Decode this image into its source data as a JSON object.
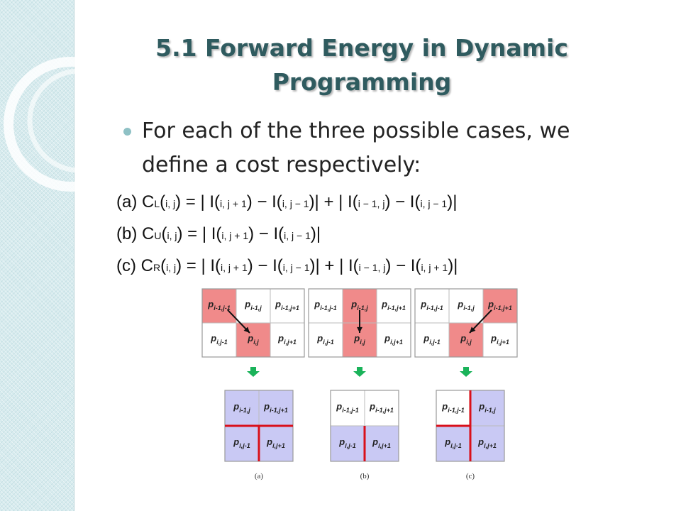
{
  "slide": {
    "title_line1": "5.1 Forward Energy in Dynamic",
    "title_line2": "Programming",
    "bullet_line1": "For each of the three possible cases, we",
    "bullet_line2": "define a cost respectively:"
  },
  "formulas": {
    "a": {
      "prefix": "(a) C",
      "case": "L",
      "p1": "(",
      "s1": "i, j",
      "p2": ") = | I(",
      "s2": "i, j + 1",
      "p3": ") − I(",
      "s3": "i, j − 1",
      "p4": ")| + | I(",
      "s4": "i − 1, j",
      "p5": ") − I(",
      "s5": "i, j − 1",
      "p6": ")|"
    },
    "b": {
      "prefix": "(b) C",
      "case": "U",
      "p1": "(",
      "s1": "i, j",
      "p2": ") = | I(",
      "s2": "i, j + 1",
      "p3": ") − I(",
      "s3": "i, j − 1",
      "p4": ")|"
    },
    "c": {
      "prefix": "(c) C",
      "case": "R",
      "p1": "(",
      "s1": "i, j",
      "p2": ") = | I(",
      "s2": "i, j + 1",
      "p3": ") − I(",
      "s3": "i, j − 1",
      "p4": ")| + | I(",
      "s4": "i − 1, j",
      "p5": ") − I(",
      "s5": "i, j + 1",
      "p6": ")|"
    }
  },
  "figure": {
    "colors": {
      "highlight": "#f08a8a",
      "cell": "#ffffff",
      "result": "#c9c9f4",
      "seam": "#d9101a",
      "arrow_down": "#1ab35a",
      "grid_line": "#bbbbbb"
    },
    "top_grids": [
      {
        "label": "(a)",
        "cells": [
          "p_{i-1,j-1}",
          "p_{i-1,j}",
          "p_{i-1,j+1}",
          "p_{i,j-1}",
          "p_{i,j}",
          "p_{i,j+1}"
        ],
        "highlight": [
          0,
          4
        ]
      },
      {
        "label": "(b)",
        "cells": [
          "p_{i-1,j-1}",
          "p_{i-1,j}",
          "p_{i-1,j+1}",
          "p_{i,j-1}",
          "p_{i,j}",
          "p_{i,j+1}"
        ],
        "highlight": [
          1,
          4
        ]
      },
      {
        "label": "(c)",
        "cells": [
          "p_{i-1,j-1}",
          "p_{i-1,j}",
          "p_{i-1,j+1}",
          "p_{i,j-1}",
          "p_{i,j}",
          "p_{i,j+1}"
        ],
        "highlight": [
          2,
          4
        ]
      }
    ],
    "bottom_grids": [
      {
        "label": "(a)",
        "cells": [
          "p_{i-1,j}",
          "p_{i-1,j+1}",
          "p_{i,j-1}",
          "p_{i,j+1}"
        ],
        "result": [
          0,
          1,
          2,
          3
        ]
      },
      {
        "label": "(b)",
        "cells": [
          "p_{i-1,j-1}",
          "p_{i-1,j+1}",
          "p_{i,j-1}",
          "p_{i,j+1}"
        ],
        "result": [
          2,
          3
        ]
      },
      {
        "label": "(c)",
        "cells": [
          "p_{i-1,j-1}",
          "p_{i-1,j}",
          "p_{i,j-1}",
          "p_{i,j+1}"
        ],
        "result": [
          1,
          2,
          3
        ]
      }
    ]
  }
}
